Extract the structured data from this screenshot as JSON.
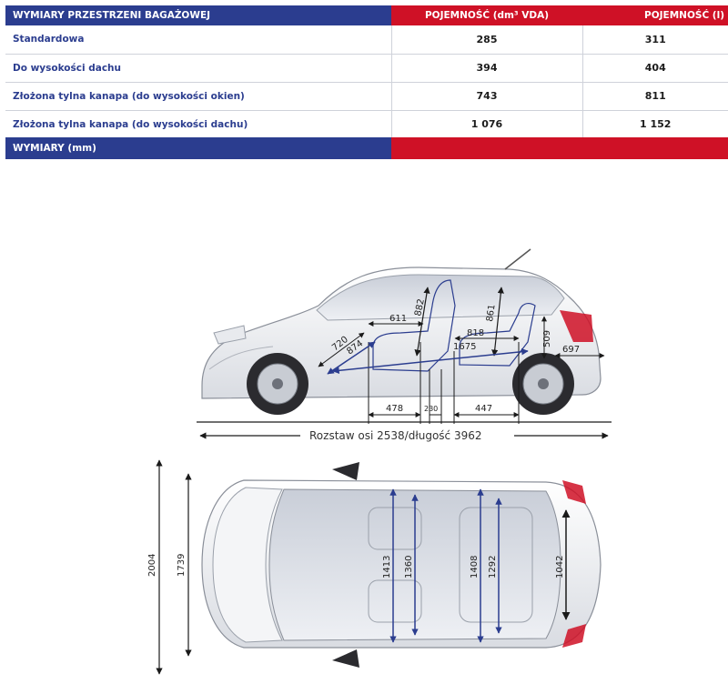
{
  "table": {
    "header": {
      "title": "WYMIARY PRZESTRZENI BAGAŻOWEJ",
      "col1": "POJEMNOŚĆ (dm³ VDA)",
      "col2": "POJEMNOŚĆ (l)"
    },
    "rows": [
      {
        "label": "Standardowa",
        "vda": "285",
        "litres": "311"
      },
      {
        "label": "Do wysokości dachu",
        "vda": "394",
        "litres": "404"
      },
      {
        "label": "Złożona tylna kanapa (do wysokości okien)",
        "vda": "743",
        "litres": "811"
      },
      {
        "label": "Złożona tylna kanapa (do wysokości dachu)",
        "vda": "1 076",
        "litres": "1 152"
      }
    ],
    "dims_header": "WYMIARY (mm)"
  },
  "side_view": {
    "d882": "882",
    "d861": "861",
    "d611": "611",
    "d818": "818",
    "d720": "720",
    "d874": "874",
    "d1675": "1675",
    "d509": "509",
    "d697": "697",
    "d478": "478",
    "d230": "230",
    "d447": "447",
    "wheelbase_length": "Rozstaw osi 2538/długość 3962"
  },
  "top_view": {
    "d2004": "2004",
    "d1739": "1739",
    "d1413": "1413",
    "d1360": "1360",
    "d1408": "1408",
    "d1292": "1292",
    "d1042": "1042"
  },
  "colors": {
    "blue": "#2b3d8f",
    "red": "#cf1126",
    "dim_line": "#2b3d8f"
  }
}
